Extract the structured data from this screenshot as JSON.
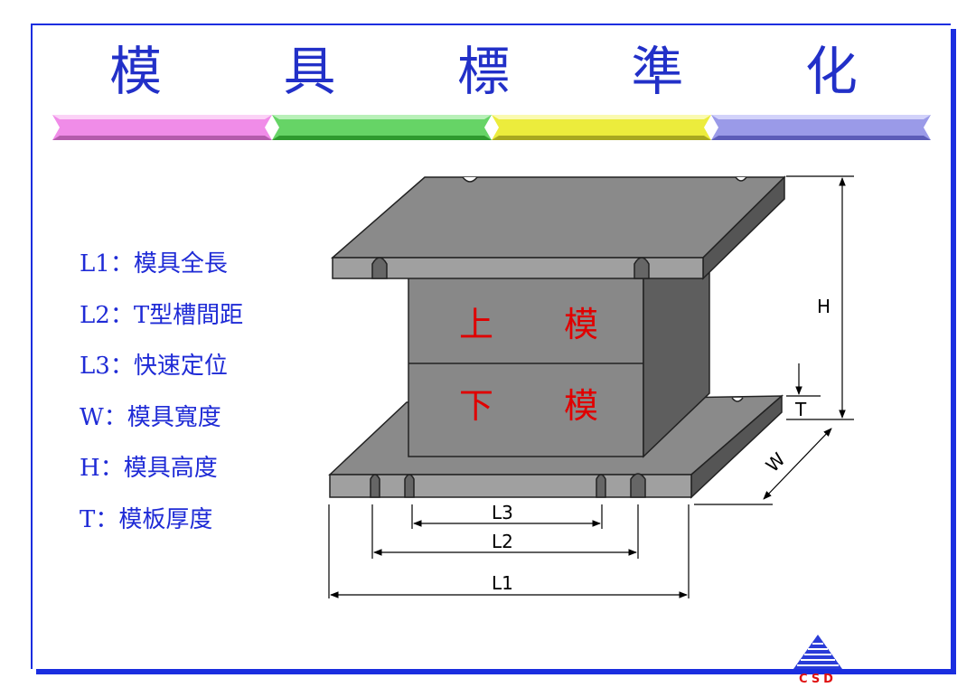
{
  "title": "模 具 標 準 化",
  "legend": [
    {
      "key": "L1",
      "sep": "：",
      "desc": "模具全長"
    },
    {
      "key": "L2",
      "sep": "：",
      "desc": "T型槽間距"
    },
    {
      "key": "L3",
      "sep": "：",
      "desc": "快速定位"
    },
    {
      "key": "W",
      "sep": "：",
      "desc": "模具寬度"
    },
    {
      "key": "H",
      "sep": "：",
      "desc": "模具高度"
    },
    {
      "key": "T",
      "sep": "：",
      "desc": "模板厚度"
    }
  ],
  "diagram": {
    "upper_left": "上",
    "upper_right": "模",
    "lower_left": "下",
    "lower_right": "模",
    "dim_H": "H",
    "dim_T": "T",
    "dim_W": "W",
    "dim_L1": "L1",
    "dim_L2": "L2",
    "dim_L3": "L3"
  },
  "logo": {
    "text": "CSD"
  },
  "colors": {
    "title": "#2230c8",
    "bar": [
      "#f08ce8",
      "#6ed86e",
      "#eeee40",
      "#9a9ae8"
    ],
    "mold_label": "#e00000"
  }
}
